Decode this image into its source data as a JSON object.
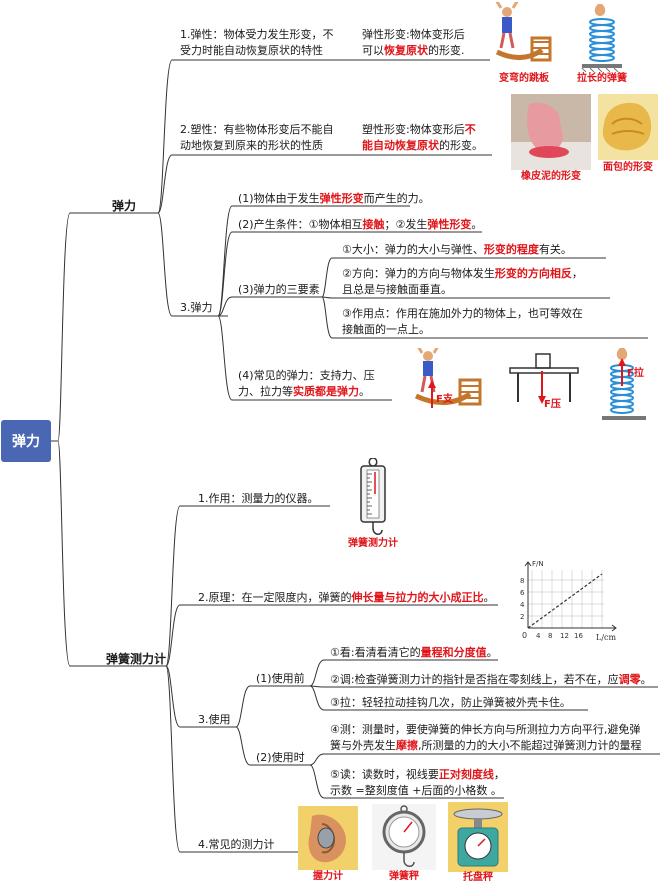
{
  "root": "弹力",
  "elastic_force": {
    "label": "弹力",
    "elasticity": {
      "line1": "1.弹性：物体受力发生形变，不",
      "line2": "受力时能自动恢复原状的特性",
      "def_line1": "弹性形变:物体变形后",
      "def_line2_pre": "可以",
      "def_line2_red": "恢复原状",
      "def_line2_post": "的形变.",
      "img1_caption": "变弯的跳板",
      "img2_caption": "拉长的弹簧"
    },
    "plasticity": {
      "line1": "2.塑性：有些物体形变后不能自",
      "line2": "动地恢复到原来的形状的性质",
      "def_line1_pre": "塑性形变:物体变形后",
      "def_line1_red": "不",
      "def_line2_red": "能自动恢复原状",
      "def_line2_post": "的形变。",
      "img1_caption": "橡皮泥的形变",
      "img2_caption": "面包的形变"
    },
    "elastic": {
      "label": "3.弹力",
      "item1_pre": "(1)物体由于发生",
      "item1_red": "弹性形变",
      "item1_post": "而产生的力。",
      "item2_pre": "(2)产生条件：①物体相互",
      "item2_red1": "接触",
      "item2_mid": "；②发生",
      "item2_red2": "弹性形变",
      "item2_post": "。",
      "item3_label": "(3)弹力的三要素",
      "elem1_pre": "①大小：弹力的大小与弹性、",
      "elem1_red": "形变的程度",
      "elem1_post": "有关。",
      "elem2_pre": "②方向：弹力的方向与物体发生",
      "elem2_red": "形变的方向相反",
      "elem2_post": "，",
      "elem2_line2": "且总是与接触面垂直。",
      "elem3_line1": "③作用点：作用在施加外力的物体上，也可等效在",
      "elem3_line2": "接触面的一点上。",
      "item4_line1": "(4)常见的弹力：支持力、压",
      "item4_line2_pre": "力、拉力等",
      "item4_line2_red": "实质都是弹力",
      "item4_line2_post": "。",
      "force_support": "F支",
      "force_press": "F压",
      "force_pull": "F拉"
    }
  },
  "spring_scale": {
    "label": "弹簧测力计",
    "function_text": "1.作用：测量力的仪器。",
    "scale_caption": "弹簧测力计",
    "principle_pre": "2.原理：在一定限度内，弹簧的",
    "principle_red": "伸长量与拉力的大小成正比",
    "principle_post": "。",
    "graph": {
      "ylabel": "F/N",
      "xlabel": "L/cm",
      "origin": "0",
      "xticks": [
        "4",
        "8",
        "12",
        "16"
      ],
      "yticks": [
        "2",
        "4",
        "6",
        "8"
      ]
    },
    "usage": {
      "label": "3.使用",
      "before_label": "(1)使用前",
      "during_label": "(2)使用时",
      "b1_pre": "①看:看清看清它的",
      "b1_red": "量程和分度值",
      "b1_post": "。",
      "b2_pre": "②调:检查弹簧测力计的指针是否指在零刻线上，若不在，应",
      "b2_red": "调零",
      "b2_post": "。",
      "b3": "③拉：轻轻拉动挂钩几次，防止弹簧被外壳卡住。",
      "d1_line1": "④测：测量时，要使弹簧的伸长方向与所测拉力方向平行,避免弹",
      "d1_line2_pre": "簧与外壳发生",
      "d1_line2_red": "摩擦",
      "d1_line2_post": ",所测量的力的大小不能超过弹簧测力计的量程",
      "d2_line1_pre": "⑤读：读数时，视线要",
      "d2_line1_red": "正对刻度线",
      "d2_line1_post": "，",
      "d2_line2": "示数 =整刻度值 +后面的小格数 。"
    },
    "common": {
      "label": "4.常见的测力计",
      "c1": "握力计",
      "c2": "弹簧秤",
      "c3": "托盘秤"
    }
  }
}
